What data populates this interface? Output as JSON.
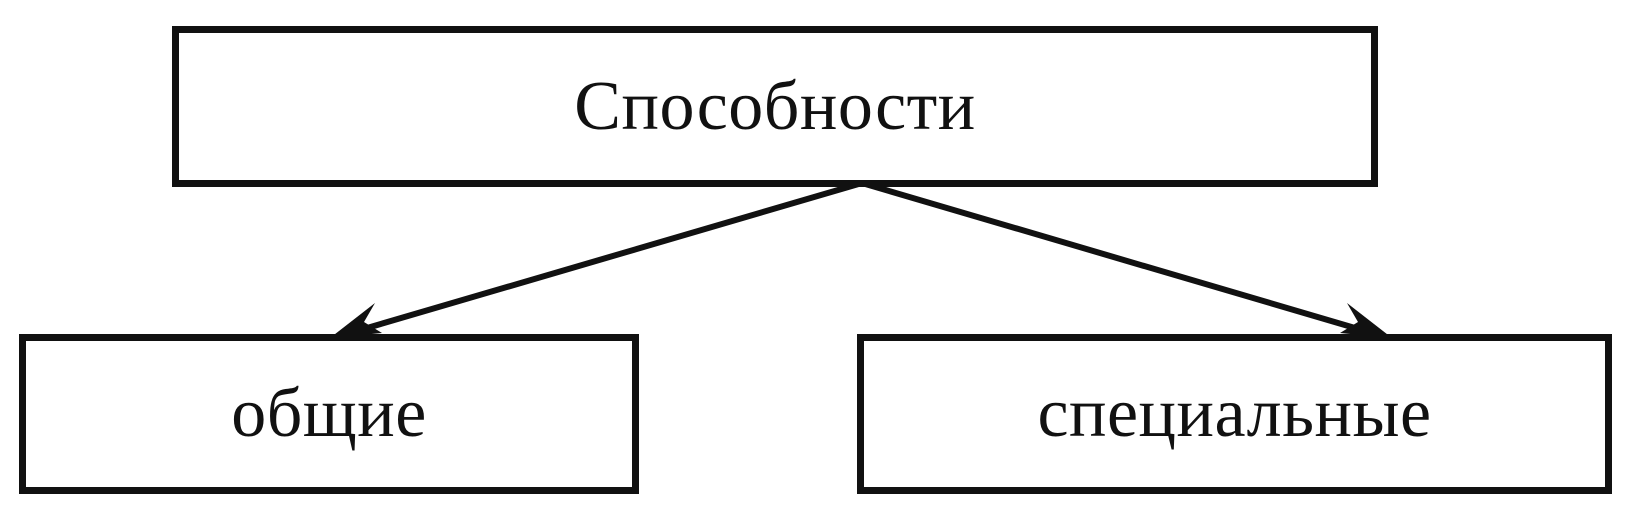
{
  "diagram": {
    "root": {
      "label": "Способности"
    },
    "children": [
      {
        "label": "общие"
      },
      {
        "label": "специальные"
      }
    ],
    "edges": [
      {
        "from": "Способности",
        "to": "общие"
      },
      {
        "from": "Способности",
        "to": "специальные"
      }
    ],
    "colors": {
      "stroke": "#111111",
      "background": "#ffffff"
    }
  }
}
